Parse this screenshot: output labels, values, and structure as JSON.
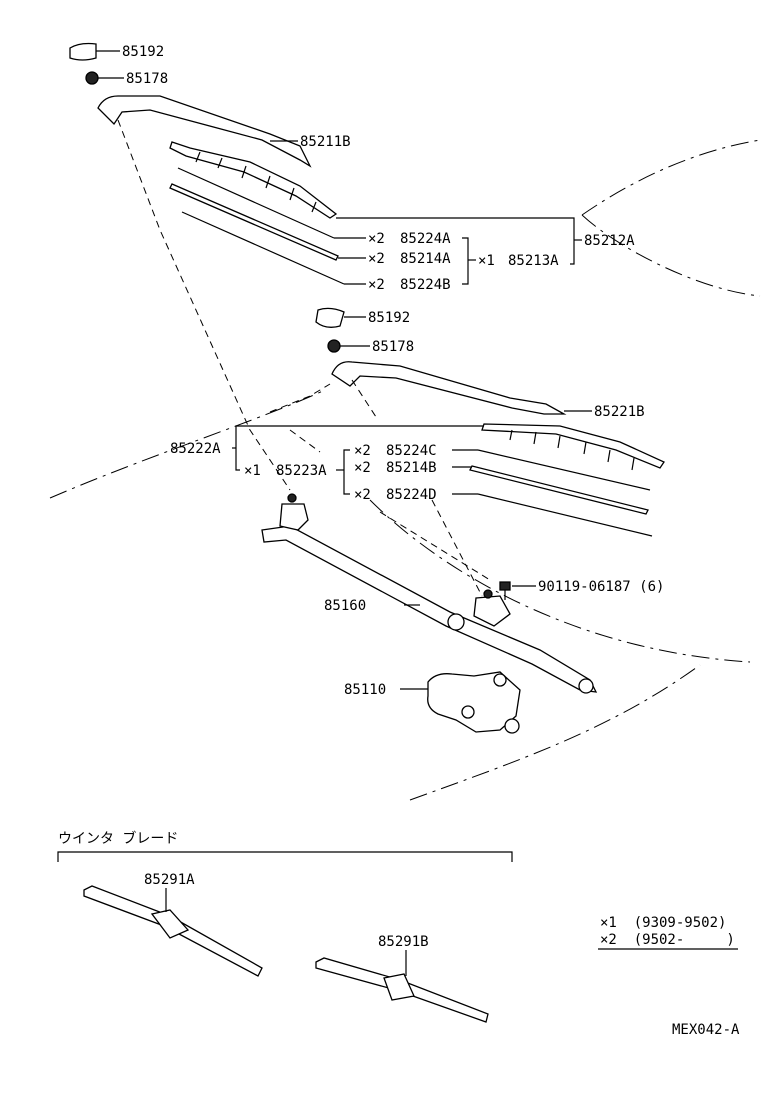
{
  "labels": {
    "p85192_top": "85192",
    "p85178_top": "85178",
    "p85211B": "85211B",
    "p85224A": "85224A",
    "p85214A": "85214A",
    "p85224B": "85224B",
    "p85213A": "85213A",
    "p85212A": "85212A",
    "p85192_mid": "85192",
    "p85178_mid": "85178",
    "p85221B": "85221B",
    "p85222A": "85222A",
    "p85223A": "85223A",
    "p85224C": "85224C",
    "p85214B": "85214B",
    "p85224D": "85224D",
    "p90119": "90119-06187 (6)",
    "p85160": "85160",
    "p85110": "85110",
    "p85291A": "85291A",
    "p85291B": "85291B"
  },
  "marks": {
    "m1": "×1",
    "m2": "×2"
  },
  "winter_blade_heading": "ウインタ ブレード",
  "legend": {
    "row1": "×1  (9309-9502)",
    "row2": "×2  (9502-     )"
  },
  "diagram_code": "MEX042-A"
}
